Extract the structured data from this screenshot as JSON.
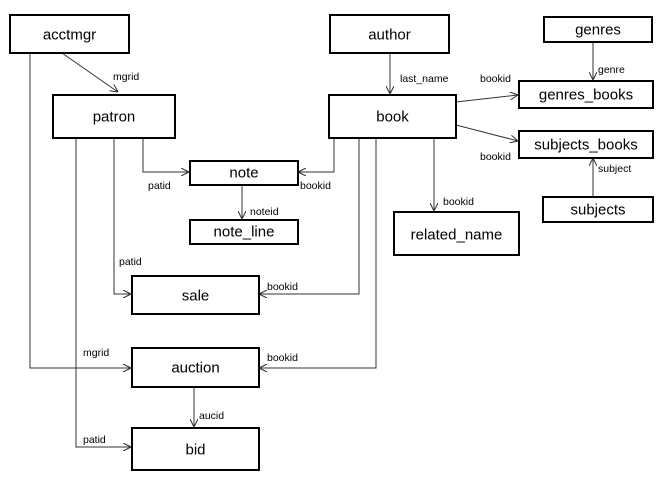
{
  "entities": {
    "acctmgr": "acctmgr",
    "author": "author",
    "genres": "genres",
    "patron": "patron",
    "book": "book",
    "genres_books": "genres_books",
    "subjects_books": "subjects_books",
    "note": "note",
    "subjects": "subjects",
    "note_line": "note_line",
    "related_name": "related_name",
    "sale": "sale",
    "auction": "auction",
    "bid": "bid"
  },
  "relations": {
    "acctmgr_patron": "mgrid",
    "author_book": "last_name",
    "book_genres_books": "bookid",
    "genres_genres_books": "genre",
    "book_subjects_books": "bookid",
    "subjects_subjects_books": "subject",
    "patron_note": "patid",
    "book_note": "bookid",
    "note_note_line": "noteid",
    "book_related_name": "bookid",
    "patron_sale": "patid",
    "book_sale": "bookid",
    "acctmgr_auction": "mgrid",
    "book_auction": "bookid",
    "auction_bid": "aucid",
    "patron_bid": "patid"
  }
}
